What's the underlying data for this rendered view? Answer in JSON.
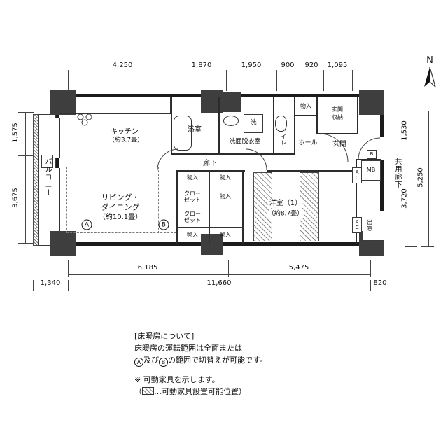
{
  "compass": {
    "north": "N"
  },
  "dims": {
    "top": [
      "4,250",
      "1,870",
      "1,950",
      "900",
      "920",
      "1,095"
    ],
    "left": [
      "1,575",
      "3,675"
    ],
    "right_inner": [
      "1,530",
      "3,720"
    ],
    "right_outer": "5,250",
    "bottom_inner": [
      "6,185",
      "5,475"
    ],
    "bottom_outer": [
      "1,340",
      "11,660",
      "820"
    ]
  },
  "rooms": {
    "balcony": "バルコニー",
    "kitchen": "キッチン",
    "kitchen_size": "（約3.7畳）",
    "living1": "リビング・",
    "living2": "ダイニング",
    "living_size": "（約10.1畳）",
    "bath": "浴室",
    "washroom": "洗面脱衣室",
    "washer": "洗",
    "toilet": "トイレ",
    "hall": "ホール",
    "storage": "物入",
    "entrance_storage1": "玄関",
    "entrance_storage2": "収納",
    "entrance": "玄関",
    "corridor": "廊下",
    "western": "洋室（1）",
    "western_size": "（約8.7畳）",
    "common_corridor": "共用廊下",
    "mb": "MB",
    "b": "B",
    "ac": "AC",
    "bay_window": "出窓",
    "closet1": "クロー",
    "closet2": "ゼット",
    "zone_a": "A",
    "zone_b": "B"
  },
  "notes": {
    "heading": "[床暖房について]",
    "line1": "床暖房の運転範囲は全面または",
    "line2_a": "A",
    "line2_mid": "及び",
    "line2_b": "B",
    "line2_tail": "の範囲で切替えが可能です。",
    "line3": "※ 可動家具を示します。",
    "line4_open": "（",
    "line4_tail": "…可動家具設置可能位置）"
  }
}
